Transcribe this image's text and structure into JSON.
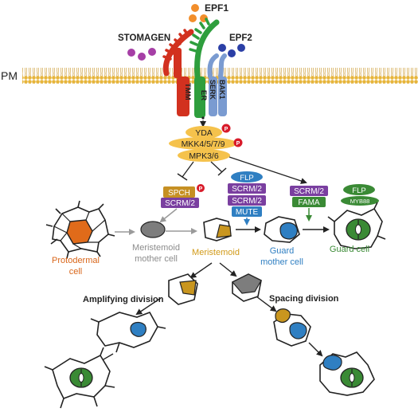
{
  "ligands": {
    "epf1": "EPF1",
    "stomagen": "STOMAGEN",
    "epf2": "EPF2"
  },
  "membrane_label": "PM",
  "receptors": {
    "tmm": "TMM",
    "er": "ER",
    "bak1": "BAK1",
    "serk": "SERK"
  },
  "kinases": {
    "yda": "YDA",
    "mkk": "MKK4/5/7/9",
    "mpk": "MPK3/6"
  },
  "phospho_mark": "P",
  "factors": {
    "spch": "SPCH",
    "scrm_a": "SCRM/2",
    "flp_top": "FLP",
    "scrm_b": "SCRM/2",
    "scrm_c": "SCRM/2",
    "mute": "MUTE",
    "scrm_d": "SCRM/2",
    "fama": "FAMA",
    "flp_right": "FLP",
    "myb88": "MYB88"
  },
  "cells": {
    "protodermal_1": "Protodermal",
    "protodermal_2": "cell",
    "mmc_1": "Meristemoid",
    "mmc_2": "mother cell",
    "meristemoid": "Meristemoid",
    "gmc_1": "Guard",
    "gmc_2": "mother cell",
    "guard": "Guard cell"
  },
  "divisions": {
    "amplifying": "Amplifying division",
    "spacing": "Spacing division"
  },
  "colors": {
    "epf1": "#f28e2b",
    "stomagen": "#a63fa6",
    "epf2": "#2b3fa6",
    "tmm": "#d2311f",
    "er": "#2e9e3d",
    "bak1": "#7a9bd1",
    "membrane": "#e7b53b",
    "kinase": "#f5c24c",
    "spch": "#c69023",
    "scrm": "#7a3fa0",
    "flp": "#2f7fc2",
    "fama": "#3a8a35",
    "meristemoid": "#c9961f",
    "guard_mother": "#2f7fc2",
    "guard_cell": "#3a8a35",
    "protodermal": "#e06b1a",
    "mmc": "#7d7d7d",
    "text_orange": "#d9661a",
    "text_gray": "#8c8c8c",
    "text_gold": "#d19a18",
    "text_blue": "#2f7fc2",
    "text_green": "#3a8a35",
    "phospho": "#d81b2a"
  }
}
